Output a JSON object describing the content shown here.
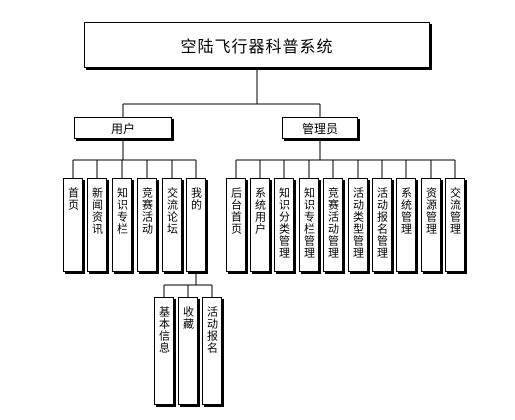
{
  "root": {
    "label": "空陆飞行器科普系统"
  },
  "user": {
    "label": "用户",
    "items": [
      {
        "label": "首页"
      },
      {
        "label": "新闻资讯"
      },
      {
        "label": "知识专栏"
      },
      {
        "label": "竞赛活动"
      },
      {
        "label": "交流论坛"
      },
      {
        "label": "我的"
      }
    ],
    "mine": [
      {
        "label": "基本信息"
      },
      {
        "label": "收藏"
      },
      {
        "label": "活动报名"
      }
    ]
  },
  "admin": {
    "label": "管理员",
    "items": [
      {
        "label": "后台首页"
      },
      {
        "label": "系统用户"
      },
      {
        "label": "知识分类管理"
      },
      {
        "label": "知识专栏管理"
      },
      {
        "label": "竞赛活动管理"
      },
      {
        "label": "活动类型管理"
      },
      {
        "label": "活动报名管理"
      },
      {
        "label": "系统管理"
      },
      {
        "label": "资源管理"
      },
      {
        "label": "交流管理"
      }
    ]
  }
}
